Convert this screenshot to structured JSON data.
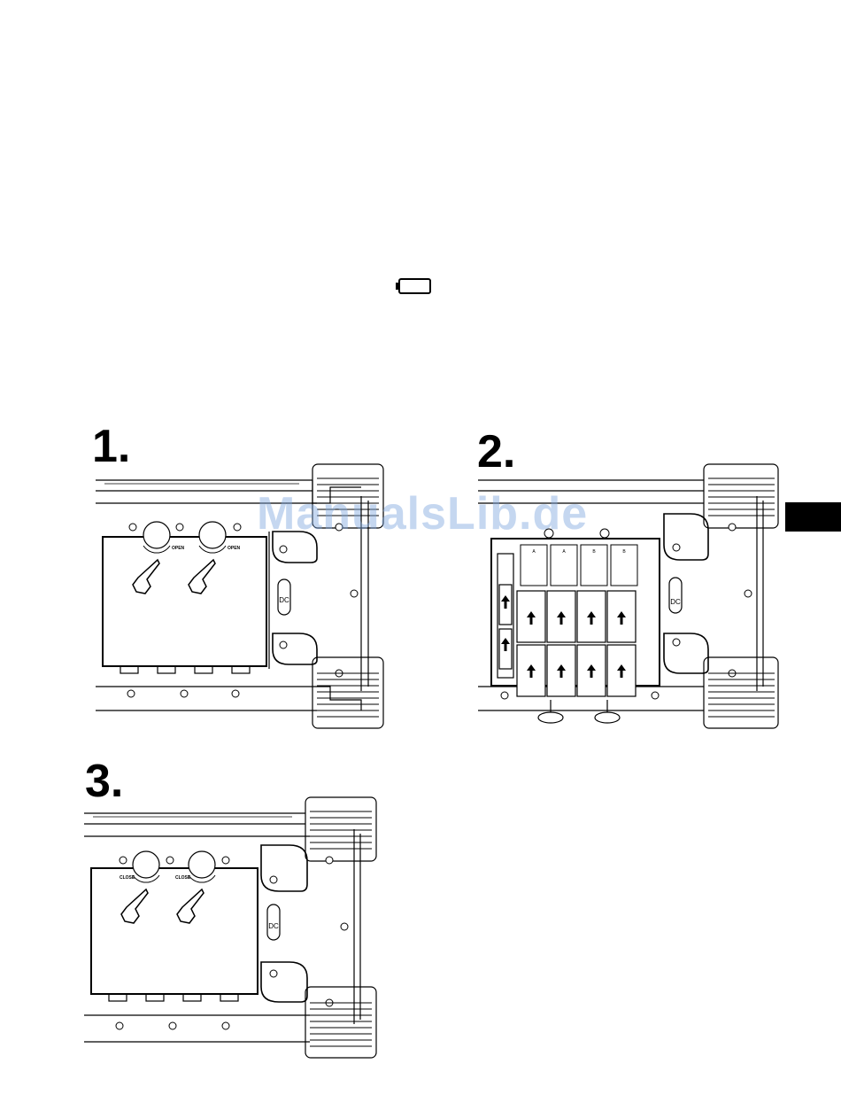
{
  "steps": [
    {
      "number": "1.",
      "knob_label": "OPEN"
    },
    {
      "number": "2.",
      "battery_row_labels": [
        "A",
        "A",
        "B",
        "B"
      ]
    },
    {
      "number": "3.",
      "knob_label": "CLOSE"
    }
  ],
  "dc_label": "DC",
  "watermark": "ManualsLib.de",
  "icons": {
    "battery": "battery-icon",
    "hand": "pointing-hand-icon",
    "arrow": "up-arrow-icon"
  }
}
